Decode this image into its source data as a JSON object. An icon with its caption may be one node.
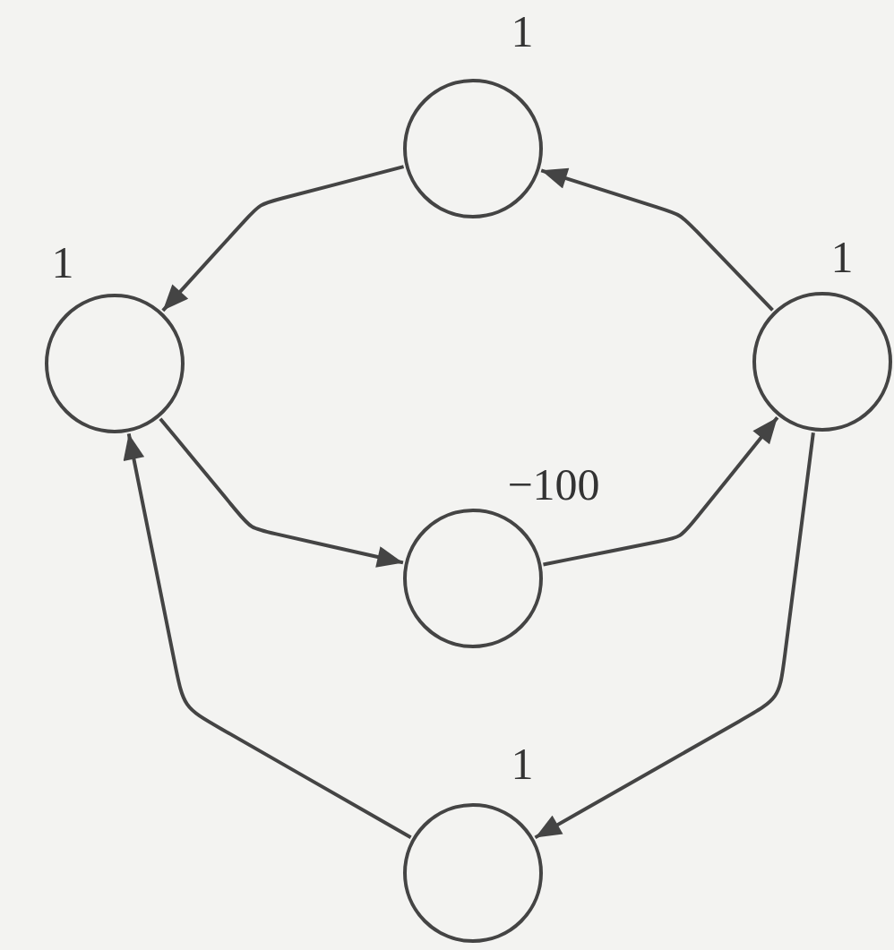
{
  "diagram": {
    "nodes": [
      {
        "text": [],
        "shape": "circle",
        "beside": [
          "1"
        ]
      },
      {
        "text": [],
        "shape": "circle",
        "beside": [
          "1"
        ]
      },
      {
        "text": [],
        "shape": "circle",
        "beside": [
          "1"
        ]
      },
      {
        "text": [],
        "shape": "circle",
        "beside": [
          "−100"
        ]
      },
      {
        "text": [],
        "shape": "circle",
        "beside": [
          "1"
        ]
      }
    ],
    "edges": [
      {
        "from": 0,
        "to": 1,
        "arrow": "to"
      },
      {
        "from": 2,
        "to": 0,
        "arrow": "to"
      },
      {
        "from": 1,
        "to": 3,
        "arrow": "to"
      },
      {
        "from": 3,
        "to": 2,
        "arrow": "to"
      },
      {
        "from": 2,
        "to": 4,
        "arrow": "to"
      },
      {
        "from": 4,
        "to": 1,
        "arrow": "to"
      }
    ]
  }
}
